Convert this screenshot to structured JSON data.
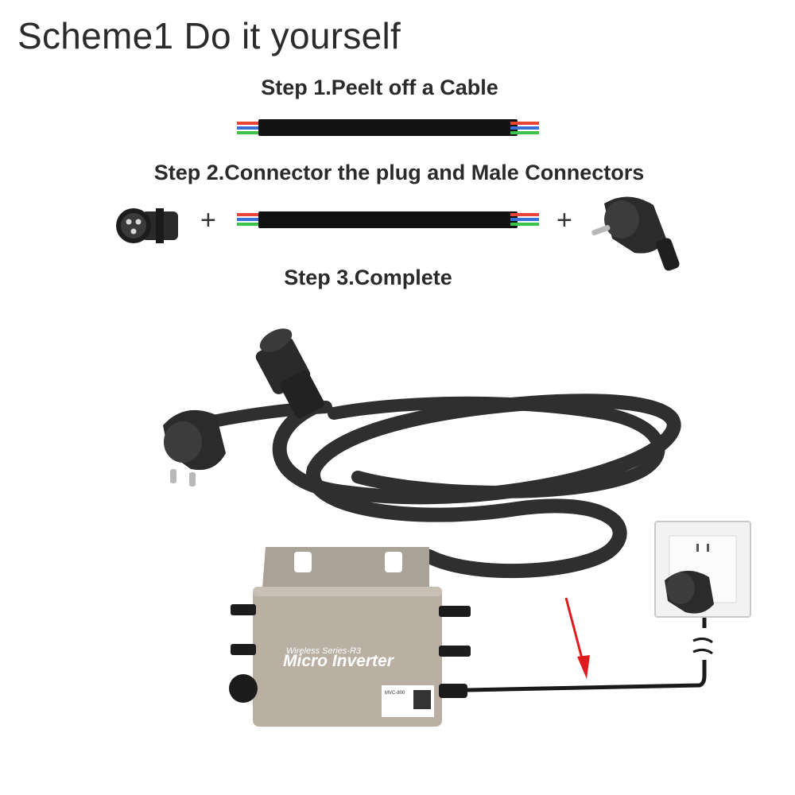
{
  "title": "Scheme1 Do it yourself",
  "steps": [
    "Step 1.Peelt off a Cable",
    "Step 2.Connector the plug and Male Connectors",
    "Step 3.Complete"
  ],
  "plus_sign": "+",
  "inverter": {
    "series_label": "Wireless Series-R3",
    "product_label": "Micro Inverter",
    "model_label": "MVC-800"
  },
  "colors": {
    "cable": "#111111",
    "wire_red": "#e8443a",
    "wire_blue": "#3a6fd8",
    "wire_green": "#3cc24a",
    "arrow": "#e01b1b",
    "inverter_body": "#b9b0a3"
  }
}
